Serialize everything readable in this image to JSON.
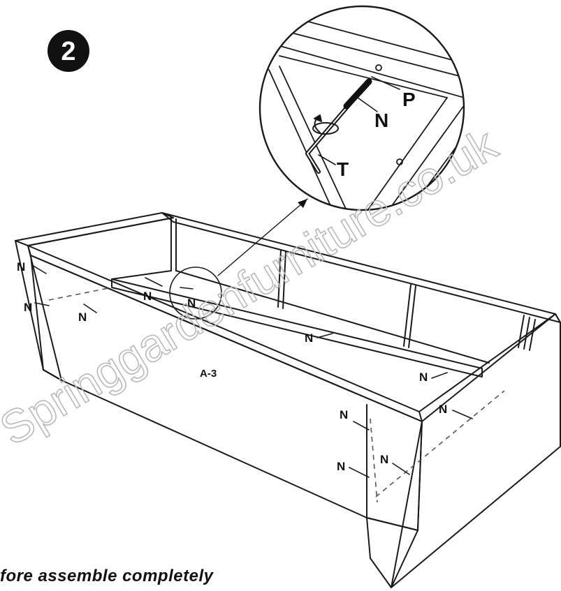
{
  "step": {
    "number": "2"
  },
  "part_label": "A-3",
  "callouts": {
    "fastener": "N",
    "plug": "P",
    "tool": "T"
  },
  "caption": "fore assemble completely",
  "watermark": "Springgardenfurniture.co.uk",
  "colors": {
    "ink": "#1a1a1a",
    "dash": "#555555",
    "watermark": "#b9b9b9"
  },
  "icons": [
    "step-badge-icon",
    "hex-key-icon",
    "rotation-arrow-icon",
    "bolt-icon"
  ]
}
